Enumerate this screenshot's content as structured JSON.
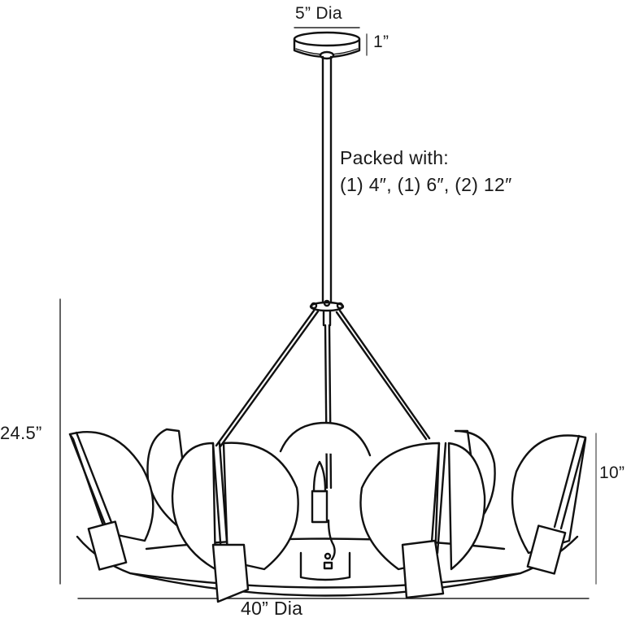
{
  "product": "chandelier",
  "dimensions": {
    "canopy_diameter": "5” Dia",
    "canopy_height": "1”",
    "overall_height": "24.5”",
    "body_height": "10”",
    "overall_diameter": "40” Dia"
  },
  "rods": {
    "title": "Packed with:",
    "list": "(1) 4″, (1) 6″, (2) 12″"
  },
  "colors": {
    "line": "#111111",
    "dimension_line": "#1a1a1a",
    "dimension_line_light": "#777777",
    "background": "#ffffff"
  }
}
